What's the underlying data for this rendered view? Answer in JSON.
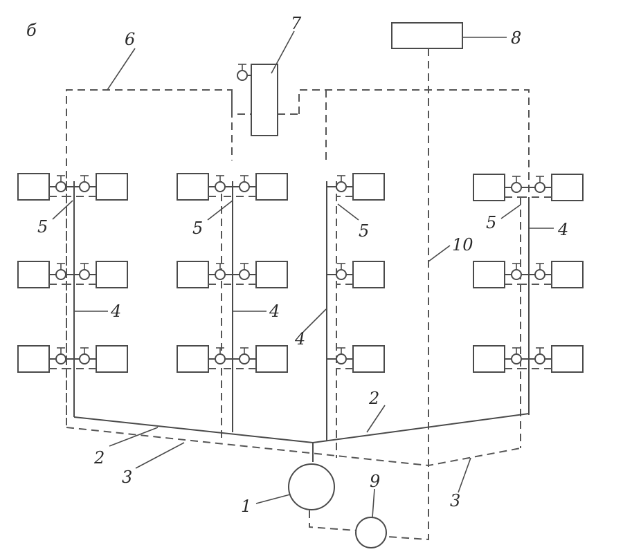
{
  "corner_label": "б",
  "labels": {
    "boiler": "1",
    "supply_main": "2",
    "return_main": "3",
    "riser": "4",
    "branch": "5",
    "air_line": "6",
    "air_collector": "7",
    "expansion_tank": "8",
    "pump": "9",
    "expansion_pipe": "10"
  },
  "colors": {
    "line": "#4a4a4a",
    "dash": "#555555",
    "text": "#2a2a2a"
  }
}
